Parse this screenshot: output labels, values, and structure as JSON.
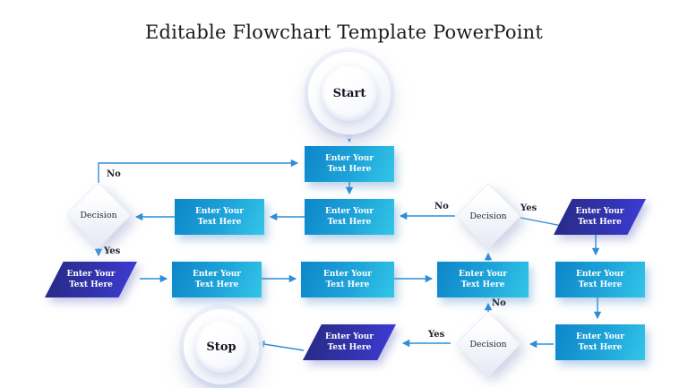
{
  "title": "Editable Flowchart Template PowerPoint",
  "nodes": {
    "start": {
      "label": "Start"
    },
    "stop": {
      "label": "Stop"
    },
    "box_top": {
      "label": "Enter Your\nText Here"
    },
    "box_mid": {
      "label": "Enter Your\nText Here"
    },
    "box_left2": {
      "label": "Enter Your\nText Here"
    },
    "r3_a": {
      "label": "Enter Your\nText Here"
    },
    "r3_b": {
      "label": "Enter Your\nText Here"
    },
    "r3_c": {
      "label": "Enter Your\nText Here"
    },
    "right_box_top": {
      "label": "Enter Your\nText Here"
    },
    "right_box_bottom": {
      "label": "Enter Your\nText Here"
    },
    "para_left": {
      "label": "Enter Your\nText Here"
    },
    "para_right": {
      "label": "Enter Your\nText Here"
    },
    "para_bottom": {
      "label": "Enter Your\nText Here"
    },
    "diamond_left": {
      "label": "Decision"
    },
    "diamond_right": {
      "label": "Decision"
    },
    "diamond_bottom": {
      "label": "Decision"
    }
  },
  "edge_labels": {
    "left_no": "No",
    "left_yes": "Yes",
    "right_no": "No",
    "right_yes": "Yes",
    "bottom_no": "No",
    "bottom_yes": "Yes"
  },
  "colors": {
    "process_gradient_start": "#0d86c9",
    "process_gradient_end": "#33c6e8",
    "io_gradient_start": "#272a83",
    "io_gradient_end": "#3e3cd8",
    "decision_fill": "#f2f4fa",
    "connector": "#2f8dd6",
    "title_text": "#1b1b1b",
    "shape_text": "#ffffff"
  }
}
